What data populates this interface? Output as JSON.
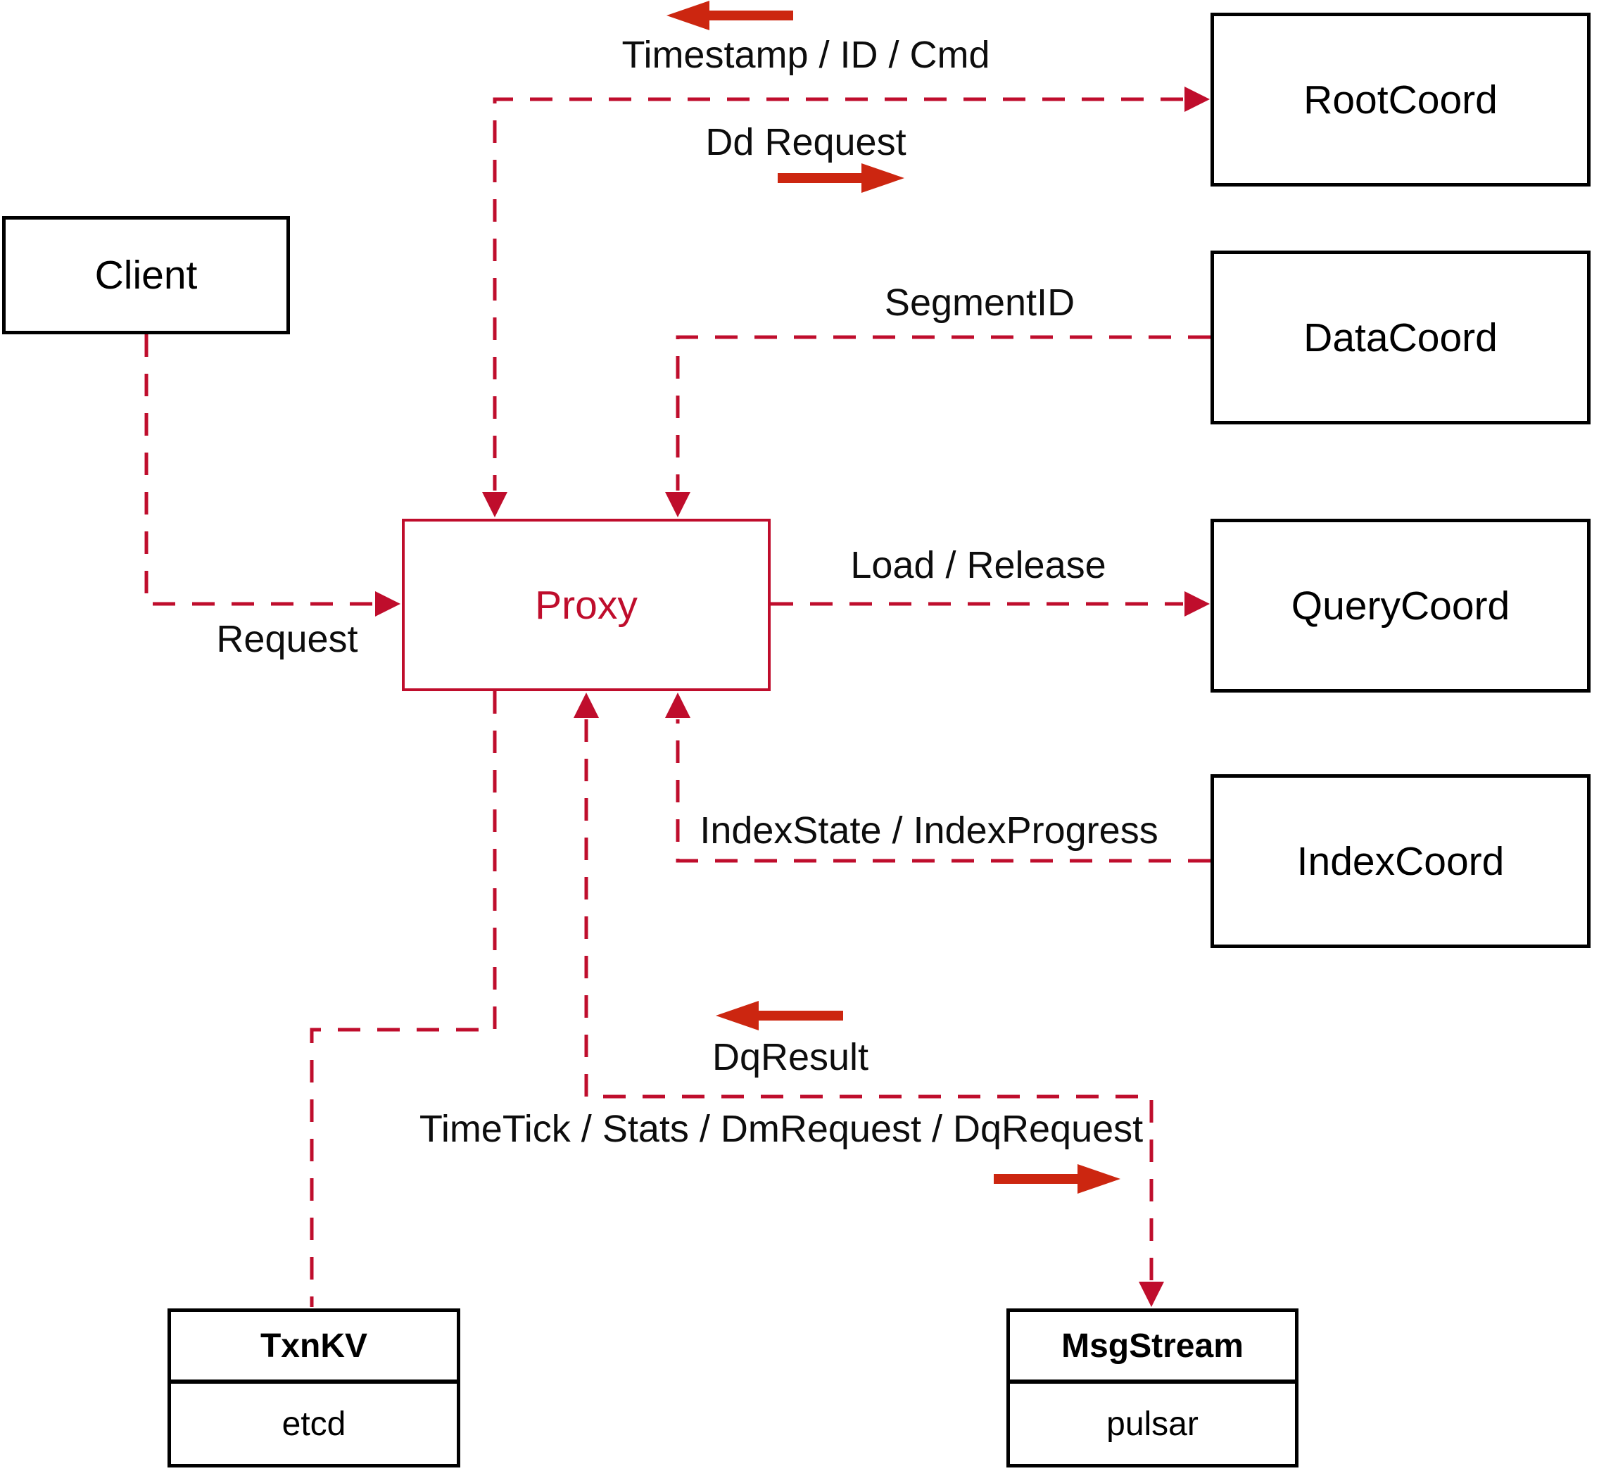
{
  "nodes": {
    "client": {
      "label": "Client"
    },
    "proxy": {
      "label": "Proxy"
    },
    "root_coord": {
      "label": "RootCoord"
    },
    "data_coord": {
      "label": "DataCoord"
    },
    "query_coord": {
      "label": "QueryCoord"
    },
    "index_coord": {
      "label": "IndexCoord"
    },
    "txn_kv": {
      "title": "TxnKV",
      "impl": "etcd"
    },
    "msg_stream": {
      "title": "MsgStream",
      "impl": "pulsar"
    }
  },
  "edge_labels": {
    "timestamp_id_cmd": "Timestamp / ID / Cmd",
    "dd_request": "Dd Request",
    "segment_id": "SegmentID",
    "load_release": "Load / Release",
    "index_state_progress": "IndexState / IndexProgress",
    "request": "Request",
    "dq_result": "DqResult",
    "time_tick_stats": "TimeTick / Stats / DmRequest / DqRequest"
  },
  "colors": {
    "wire_red": "#bf0d2c",
    "arrow_red": "#cc2610",
    "box_black": "#000000",
    "text_black": "#0d0d0d",
    "background": "#ffffff"
  }
}
